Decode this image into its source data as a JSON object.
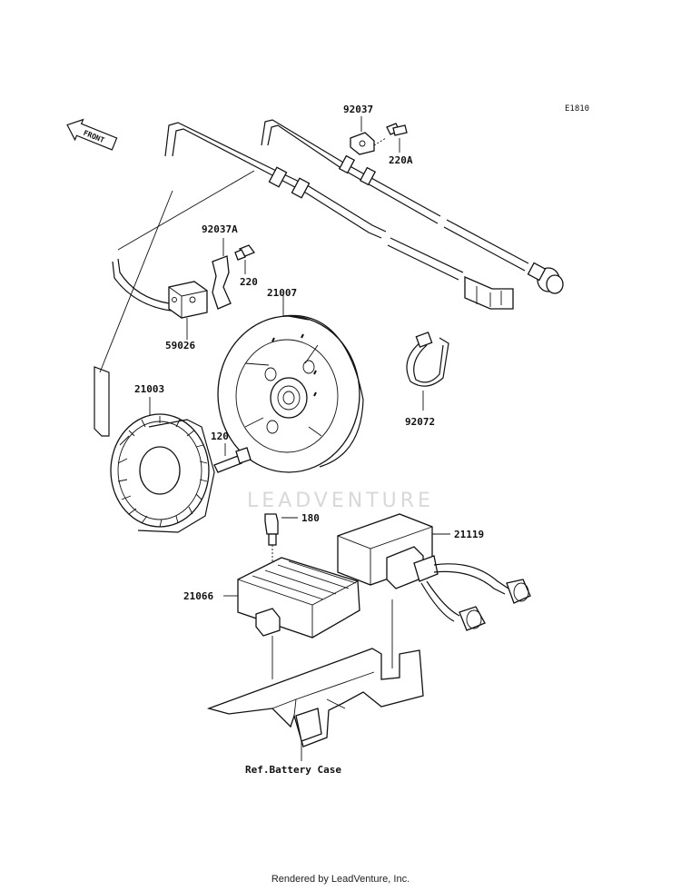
{
  "diagram": {
    "code": "E1810",
    "front_label": "FRONT",
    "watermark": "LEADVENTURE",
    "parts": {
      "p92037": "92037",
      "p220A": "220A",
      "p92037A": "92037A",
      "p220": "220",
      "p21007": "21007",
      "p59026": "59026",
      "p21003": "21003",
      "p92072": "92072",
      "p120": "120",
      "p180": "180",
      "p21119": "21119",
      "p21066": "21066"
    },
    "ref_label": "Ref.Battery Case"
  },
  "footer": {
    "text": "Rendered by LeadVenture, Inc."
  }
}
